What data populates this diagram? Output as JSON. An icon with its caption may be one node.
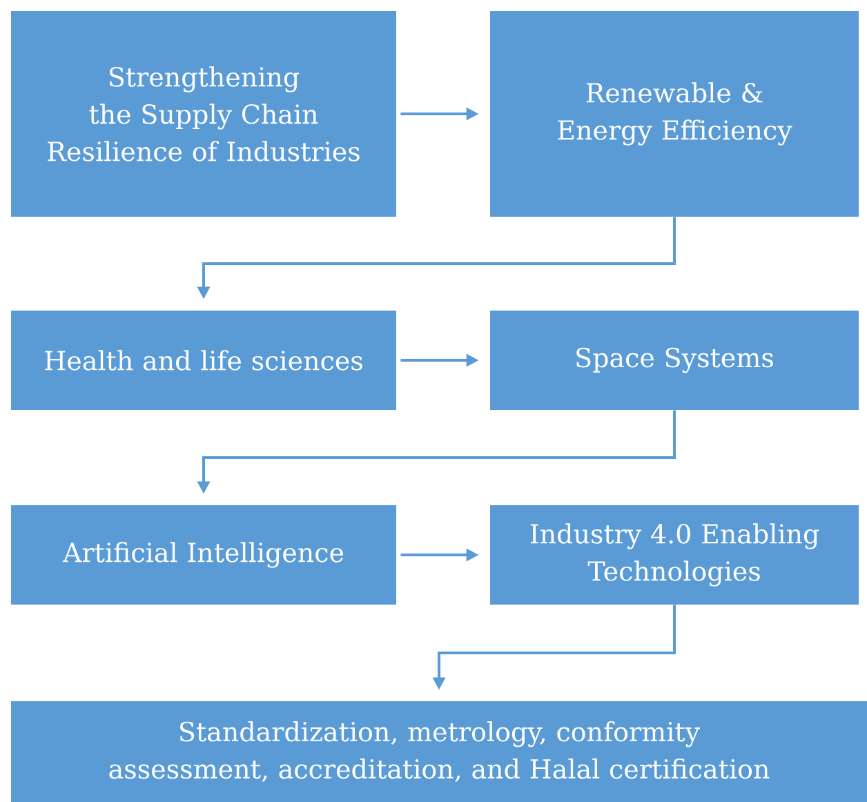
{
  "diagram": {
    "nodes": [
      {
        "text": [
          "Strengthening the Supply Chain Resilience of Industries"
        ]
      },
      {
        "text": [
          "Renewable & Energy Efficiency"
        ]
      },
      {
        "text": [
          "Health and life sciences"
        ]
      },
      {
        "text": [
          "Space Systems"
        ]
      },
      {
        "text": [
          "Artificial Intelligence"
        ]
      },
      {
        "text": [
          "Industry 4.0 Enabling Technologies"
        ]
      },
      {
        "text": [
          "Standardization, metrology, conformity assessment, accreditation, and Halal certification"
        ]
      }
    ],
    "edges": [
      {
        "from": 0,
        "to": 1,
        "arrow": "to"
      },
      {
        "from": 1,
        "to": 2,
        "arrow": "to"
      },
      {
        "from": 2,
        "to": 3,
        "arrow": "to"
      },
      {
        "from": 3,
        "to": 4,
        "arrow": "to"
      },
      {
        "from": 4,
        "to": 5,
        "arrow": "to"
      },
      {
        "from": 5,
        "to": 6,
        "arrow": "to"
      }
    ]
  }
}
